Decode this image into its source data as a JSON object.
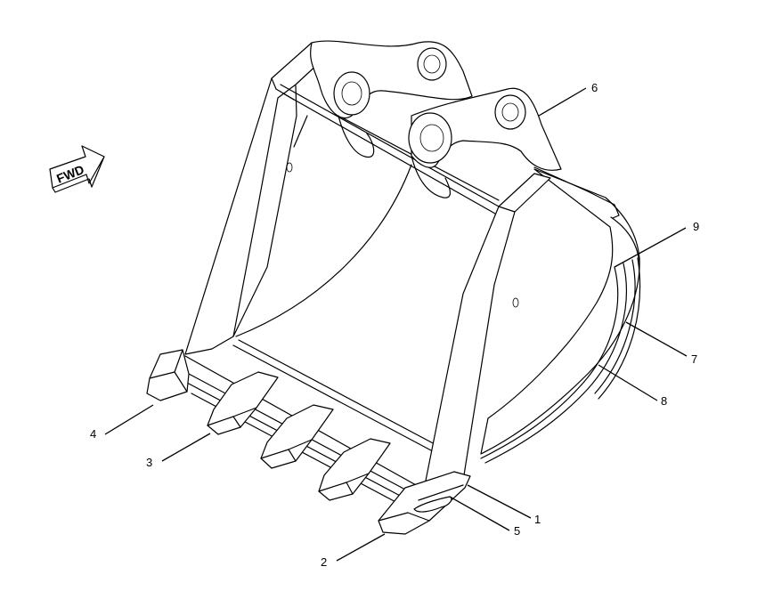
{
  "fwd_arrow": {
    "label": "FWD",
    "icon": "fwd-arrow-icon"
  },
  "callouts": [
    {
      "id": "1",
      "label": "1"
    },
    {
      "id": "2",
      "label": "2"
    },
    {
      "id": "3",
      "label": "3"
    },
    {
      "id": "4",
      "label": "4"
    },
    {
      "id": "5",
      "label": "5"
    },
    {
      "id": "6",
      "label": "6"
    },
    {
      "id": "7",
      "label": "7"
    },
    {
      "id": "8",
      "label": "8"
    },
    {
      "id": "9",
      "label": "9"
    }
  ]
}
